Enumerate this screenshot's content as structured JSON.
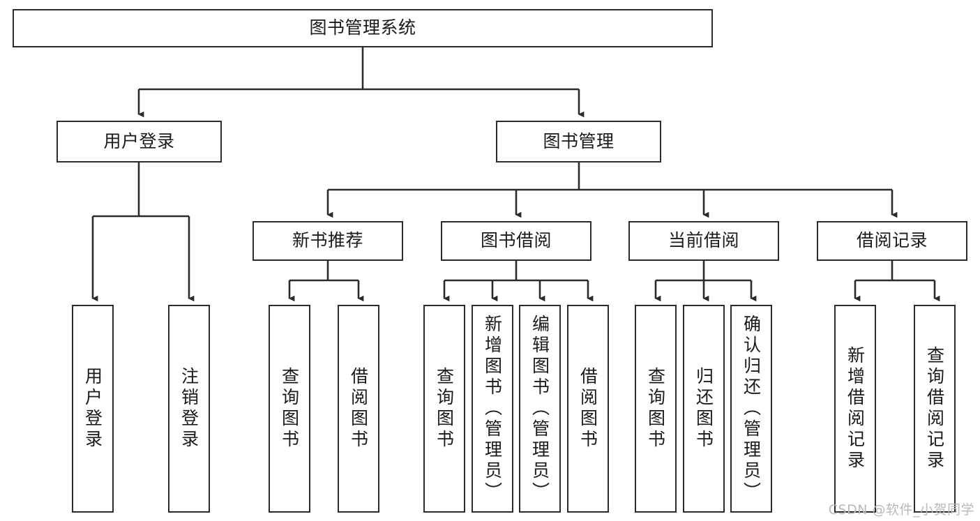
{
  "diagram": {
    "title": "图书管理系统",
    "style": {
      "box_border_color": "#2b2b2b",
      "box_fill_color": "#ffffff",
      "line_color": "#2b2b2b",
      "background": "#ffffff",
      "text_color": "#1a1a1a"
    },
    "levels": {
      "root": {
        "label": "图书管理系统"
      },
      "level2": [
        {
          "label": "用户登录"
        },
        {
          "label": "图书管理"
        }
      ],
      "level3": [
        {
          "label": "新书推荐"
        },
        {
          "label": "图书借阅"
        },
        {
          "label": "当前借阅"
        },
        {
          "label": "借阅记录"
        }
      ],
      "leaves": [
        {
          "label": "用户登录",
          "parent": "用户登录"
        },
        {
          "label": "注销登录",
          "parent": "用户登录"
        },
        {
          "label": "查询图书",
          "parent": "新书推荐"
        },
        {
          "label": "借阅图书",
          "parent": "新书推荐"
        },
        {
          "label": "查询图书",
          "parent": "图书借阅"
        },
        {
          "label": "新增图书（管理员）",
          "parent": "图书借阅"
        },
        {
          "label": "编辑图书（管理员）",
          "parent": "图书借阅"
        },
        {
          "label": "借阅图书",
          "parent": "图书借阅"
        },
        {
          "label": "查询图书",
          "parent": "当前借阅"
        },
        {
          "label": "归还图书",
          "parent": "当前借阅"
        },
        {
          "label": "确认归还（管理员）",
          "parent": "当前借阅"
        },
        {
          "label": "新增借阅记录",
          "parent": "借阅记录"
        },
        {
          "label": "查询借阅记录",
          "parent": "借阅记录"
        }
      ]
    }
  },
  "watermark": {
    "text": "CSDN @软件_小贺同学"
  }
}
